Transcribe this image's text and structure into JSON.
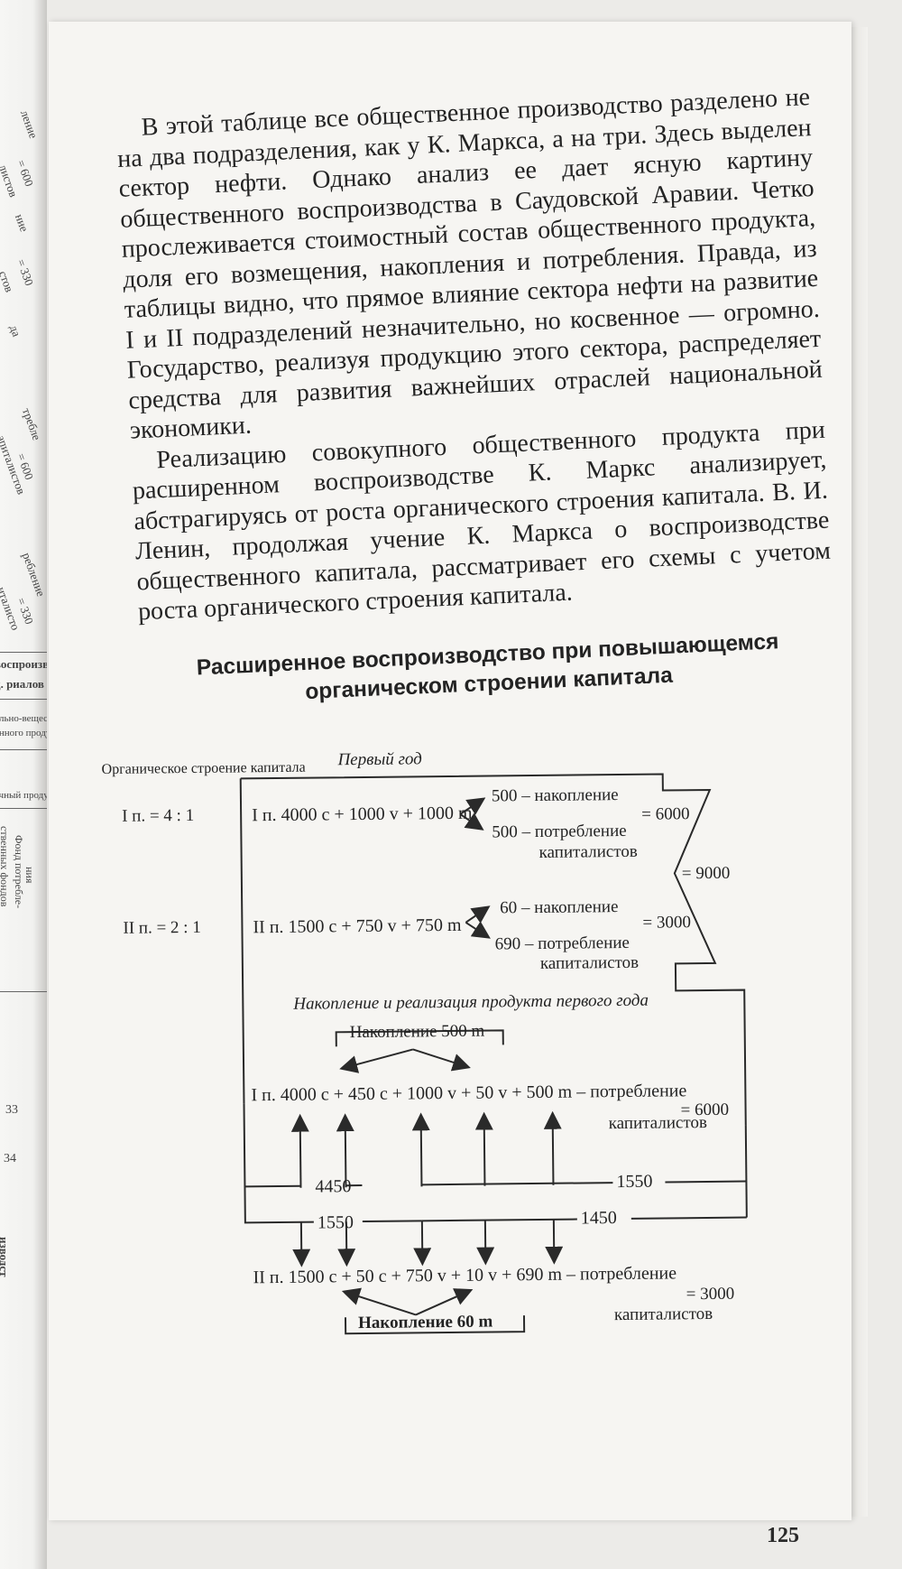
{
  "prev_page": {
    "fragments": [
      "ление",
      "= 600",
      "листов",
      "ние",
      "= 330",
      "стов",
      "да",
      "требле",
      "= 600",
      "апиталистов",
      "ребление",
      "= 330",
      "италисто",
      "воспроизв",
      "д. риалов",
      "ально-вещест",
      "енного продук",
      "ечный продук",
      "ственных фондов",
      "Фонд потребле-",
      "ния",
      "33",
      "34",
      "изводст"
    ]
  },
  "paragraphs": [
    "В этой таблице все общественное производство разделено не на два подразделения, как у К. Маркса, а на три. Здесь выделен сектор нефти. Однако анализ ее дает ясную картину общественного воспроизводства в Саудовской Аравии. Четко прослеживается стоимостный состав общественного продукта, доля его возмещения, накопления и потребления. Правда, из таблицы видно, что прямое влияние сектора нефти на развитие I и II подразделений незначительно, но косвенное — огромно. Государство, реализуя продукцию этого сектора, распределяет средства для развития важнейших отраслей национальной экономики.",
    "Реализацию совокупного общественного продукта при расширенном воспроизводстве К. Маркс анализирует, абстрагируясь от роста органического строения капитала. В. И. Ленин, продолжая учение К. Маркса о воспроизводстве общественного капитала, рассматривает его схемы с учетом роста органического строения капитала."
  ],
  "section_title": {
    "line1": "Расширенное воспроизводство при повышающемся",
    "line2": "органическом строении капитала"
  },
  "diagram": {
    "col_header": "Органическое строение капитала",
    "year_header": "Первый год",
    "ratio_I": "I п. = 4 : 1",
    "ratio_II": "II п. = 2 : 1",
    "formula_I": "I п.  4000 c + 1000 v + 1000 m",
    "formula_II": "II п.  1500 c + 750 v +  750 m",
    "I_accum": "500 – накопление",
    "I_consume": "500 – потребление",
    "I_consume2": "капиталистов",
    "I_total": "= 6000",
    "grand_total": "= 9000",
    "II_accum": "60 – накопление",
    "II_consume": "690 – потребление",
    "II_consume2": "капиталистов",
    "II_total": "= 3000",
    "subheader": "Накопление и реализация продукта первого года",
    "accum_box_top": "Накопление 500 m",
    "row_I": "I п. 4000 c +  450 c + 1000 v +  50 v + 500 m – потребление",
    "row_I_total": "= 6000",
    "row_I_cap": "капиталистов",
    "v4450": "4450",
    "v1550a": "1550",
    "v1550b": "1550",
    "v1450": "1450",
    "row_II": "II п. 1500 c +  50 c +   750 v + 10 v  + 690 m – потребление",
    "row_II_total": "= 3000",
    "row_II_cap": "капиталистов",
    "accum_box_bottom": "Накопление 60 m"
  },
  "page_number": "125"
}
